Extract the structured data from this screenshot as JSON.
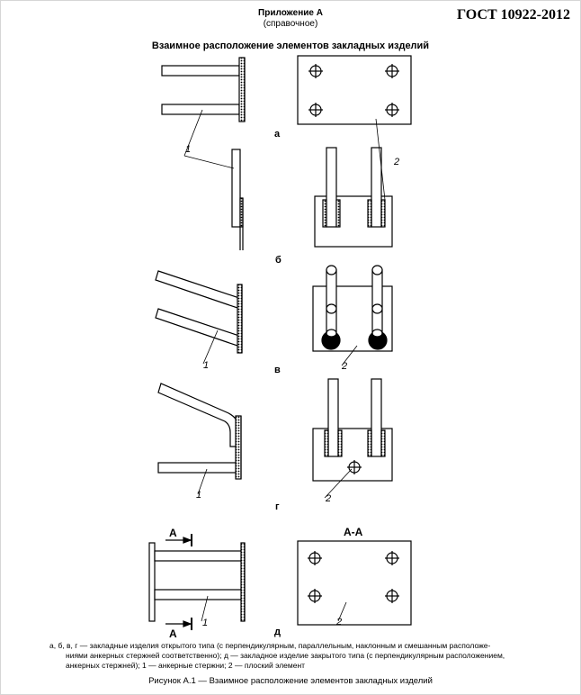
{
  "header": {
    "appendix_title": "Приложение А",
    "appendix_subtitle": "(справочное)",
    "standard": "ГОСТ 10922-2012"
  },
  "figure": {
    "heading": "Взаимное расположение элементов закладных изделий",
    "panel_labels": {
      "a": "а",
      "b": "б",
      "v": "в",
      "g": "г",
      "d": "д"
    },
    "callout_1": "1",
    "callout_2": "2",
    "section_marker": "А",
    "section_title": "А-А",
    "legend_line1": "а, б, в, г — закладные изделия открытого типа (с перпендикулярным, параллельным, наклонным и смешанным расположе-",
    "legend_line2": "ниями анкерных стержней соответственно); д — закладное изделие закрытого типа (с перпендикулярным расположением,",
    "legend_line3": "анкерных стержней); 1 — анкерные стержни; 2 — плоский элемент",
    "caption": "Рисунок А.1 — Взаимное расположение элементов закладных изделий"
  }
}
